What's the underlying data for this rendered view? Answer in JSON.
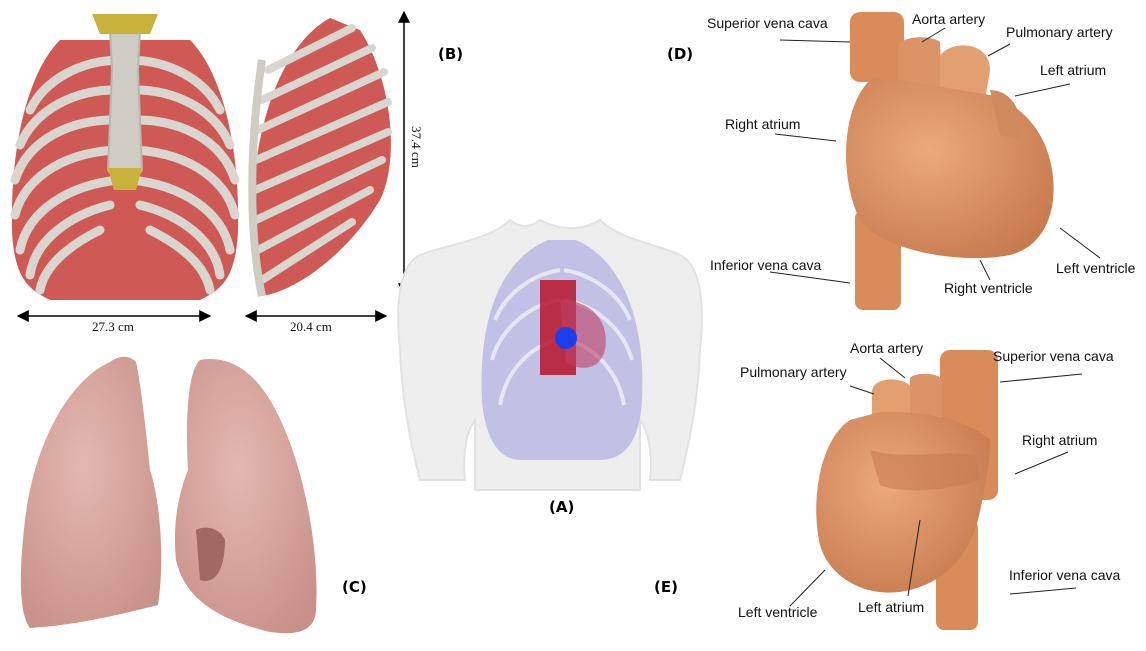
{
  "colors": {
    "bone": "#d9d6cf",
    "muscle": "#cf5a55",
    "cartilage": "#c9b23c",
    "lung": "#d7a7a0",
    "heart": "#e09a6c",
    "torso": "#eeeeee",
    "ribcage_overlay": "#9c9cde",
    "heart_red": "#b8132c",
    "heart_blue": "#1b3ff0"
  },
  "panels": {
    "A": "(A)",
    "B": "(B)",
    "C": "(C)",
    "D": "(D)",
    "E": "(E)"
  },
  "measurements": {
    "width_front": "27.3 cm",
    "width_side": "20.4 cm",
    "height": "37.4 cm"
  },
  "heart_front_labels": {
    "superior_vena_cava": "Superior vena cava",
    "aorta_artery": "Aorta artery",
    "pulmonary_artery": "Pulmonary artery",
    "left_atrium": "Left atrium",
    "right_atrium": "Right atrium",
    "inferior_vena_cava": "Inferior vena cava",
    "left_ventricle": "Left ventricle",
    "right_ventricle": "Right ventricle"
  },
  "heart_back_labels": {
    "aorta_artery": "Aorta artery",
    "pulmonary_artery": "Pulmonary artery",
    "superior_vena_cava": "Superior vena cava",
    "right_atrium": "Right atrium",
    "inferior_vena_cava": "Inferior vena cava",
    "left_ventricle": "Left ventricle",
    "left_atrium": "Left atrium"
  }
}
